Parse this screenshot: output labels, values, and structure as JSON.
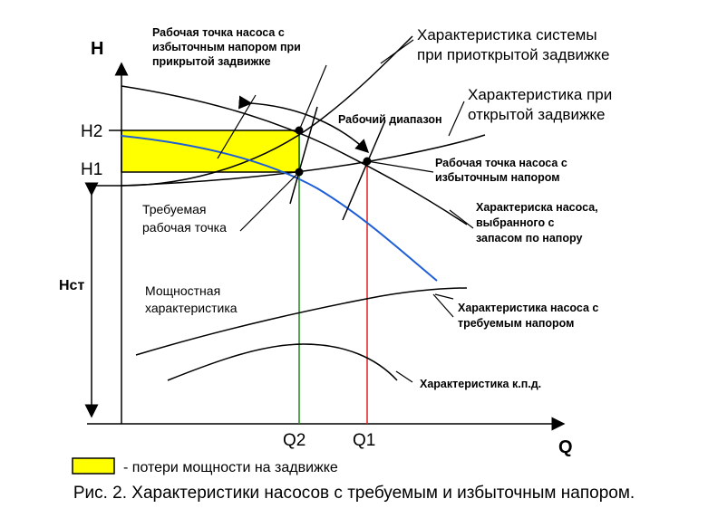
{
  "axes": {
    "y_label": "H",
    "x_label": "Q",
    "y_ticks": [
      "H2",
      "H1"
    ],
    "x_ticks": [
      "Q2",
      "Q1"
    ],
    "static_head": "Нст"
  },
  "labels": {
    "excess_point_closed": [
      "Рабочая точка насоса с",
      "избыточным напором при",
      "прикрытой задвижке"
    ],
    "system_half_open": [
      "Характеристика системы",
      "при приоткрытой задвижке"
    ],
    "system_open": [
      "Характеристика при",
      "открытой задвижке"
    ],
    "working_range": "Рабочий диапазон",
    "excess_point": [
      "Рабочая точка насоса с",
      "избыточным напором"
    ],
    "required_point": [
      "Требуемая",
      "рабочая точка"
    ],
    "selected_pump": [
      "Характериска насоса,",
      "выбранного с",
      "запасом по напору"
    ],
    "power_curve": [
      "Мощностная",
      "характеристика"
    ],
    "required_pump": [
      "Характеристика насоса с",
      "требуемым напором"
    ],
    "efficiency_curve": "Характеристика к.п.д."
  },
  "legend": {
    "text": "- потери мощности на задвижке",
    "color": "#ffff00"
  },
  "caption": "Рис. 2. Характеристики насосов с требуемым и избыточным напором.",
  "colors": {
    "required_pump_curve": "#1f5fd6",
    "q2_line": "#1a8a1a",
    "q1_line": "#e02020",
    "loss_area": "#ffff00"
  }
}
